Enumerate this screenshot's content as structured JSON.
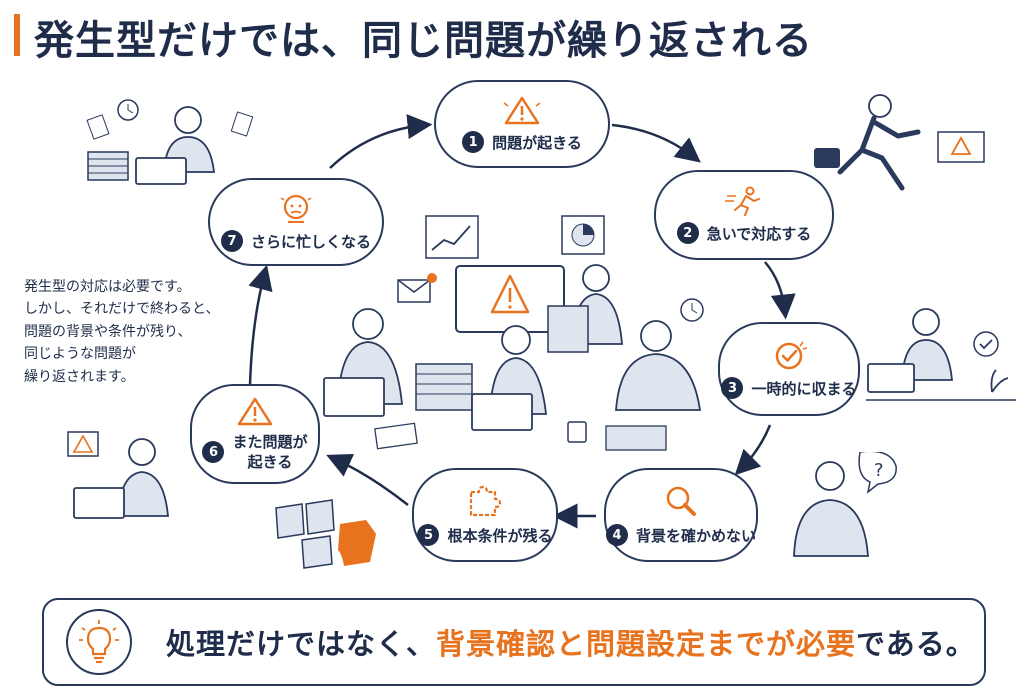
{
  "title": "発生型だけでは、同じ問題が繰り返される",
  "colors": {
    "accent": "#e8731f",
    "navy": "#1f2d4a",
    "light": "#dfe5ef"
  },
  "steps": [
    {
      "num": "1",
      "label": "問題が起きる",
      "icon": "warning-icon"
    },
    {
      "num": "2",
      "label": "急いで対応する",
      "icon": "running-person-icon"
    },
    {
      "num": "3",
      "label": "一時的に収まる",
      "icon": "check-circle-icon"
    },
    {
      "num": "4",
      "label": "背景を確かめない",
      "icon": "magnifier-icon"
    },
    {
      "num": "5",
      "label": "根本条件が残る",
      "icon": "puzzle-icon"
    },
    {
      "num": "6",
      "label_line1": "また問題が",
      "label_line2": "起きる",
      "icon": "warning-icon"
    },
    {
      "num": "7",
      "label": "さらに忙しくなる",
      "icon": "worried-face-icon"
    }
  ],
  "side_note": [
    "発生型の対応は必要です。",
    "しかし、それだけで終わると、",
    "問題の背景や条件が残り、",
    "同じような問題が",
    "繰り返されます。"
  ],
  "conclusion": {
    "part1": "処理だけではなく、",
    "part2": "背景確認と問題設定までが必要",
    "part3": "である。"
  }
}
